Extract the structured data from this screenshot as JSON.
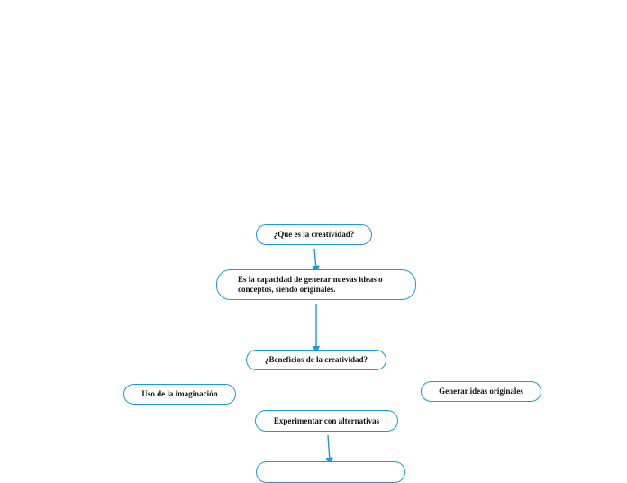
{
  "colors": {
    "border": "#1a9ad9",
    "arrow": "#1a9ad9",
    "text": "#111111",
    "background": "#ffffff"
  },
  "nodes": {
    "que_es": "¿Que es la creatividad?",
    "definicion": "Es la capacidad de generar nuevas ideas o conceptos, siendo originales.",
    "beneficios": "¿Beneficios de la creatividad?",
    "imaginacion": "Uso de la imaginación",
    "ideas_originales": "Generar ideas originales",
    "alternativas": "Experimentar con alternativas",
    "bottom_node": ""
  }
}
